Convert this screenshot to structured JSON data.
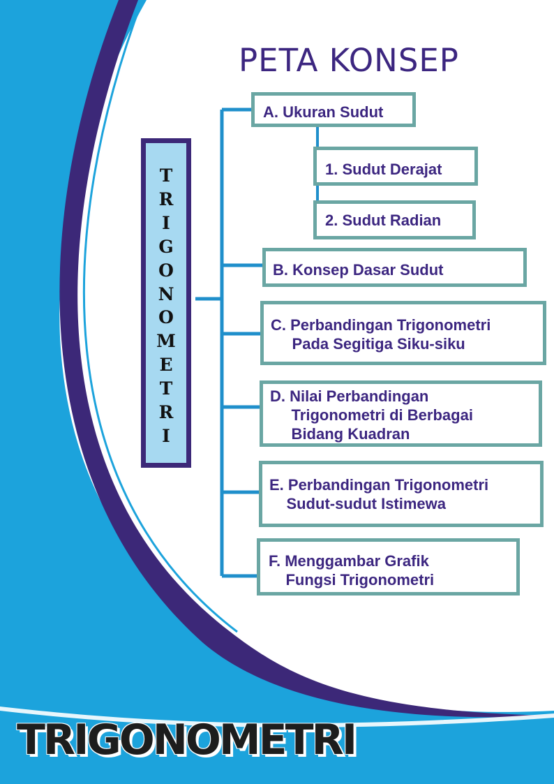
{
  "header": {
    "title": "PETA KONSEP"
  },
  "root": {
    "label": "TRIGONOMETRI",
    "vertical_letters": [
      "T",
      "R",
      "I",
      "G",
      "O",
      "N",
      "O",
      "M",
      "E",
      "T",
      "R",
      "I"
    ]
  },
  "nodes": {
    "a": "A. Ukuran Sudut",
    "a1": "1. Sudut Derajat",
    "a2": "2. Sudut Radian",
    "b": "B. Konsep Dasar Sudut",
    "c": "C. Perbandingan Trigonometri\n     Pada Segitiga Siku-siku",
    "d": "D. Nilai Perbandingan\n     Trigonometri di Berbagai\n     Bidang Kuadran",
    "e": "E. Perbandingan Trigonometri\n    Sudut-sudut Istimewa",
    "f": "F. Menggambar Grafik\n    Fungsi Trigonometri"
  },
  "footer": {
    "title": "TRIGONOMETRI"
  },
  "colors": {
    "cyan": "#1ca3dc",
    "purple": "#3c2878",
    "node_border": "#6aa6a3",
    "connector": "#1f8fcb",
    "text": "#3c2680",
    "root_fill": "#a7d9f1"
  }
}
